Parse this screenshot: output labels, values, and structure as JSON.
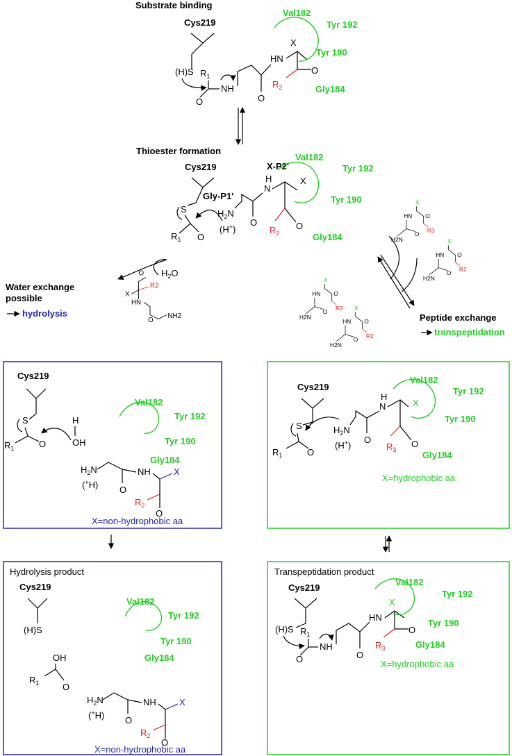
{
  "titles": {
    "substrate_binding": "Substrate binding",
    "thioester_formation": "Thioester formation",
    "water_exchange_1": "Water exchange",
    "water_exchange_2": "possible",
    "hydrolysis": "hydrolysis",
    "peptide_exchange": "Peptide exchange",
    "transpeptidation": "transpeptidation",
    "hydrolysis_product": "Hydrolysis product",
    "transpeptidation_product": "Transpeptidation product"
  },
  "residues": {
    "cys": "Cys219",
    "val": "Val182",
    "tyr192": "Tyr 192",
    "tyr190": "Tyr 190",
    "gly": "Gly184"
  },
  "labels": {
    "gly_p1": "Gly-P1'",
    "x_p2": "X-P2'",
    "x_nonhydrophobic": "X=non-hydrophobic aa",
    "x_hydrophobic": "X=hydrophobic aa"
  },
  "colors": {
    "green": "#22cc22",
    "blue": "#2323b5",
    "red": "#e0211d",
    "black": "#000000"
  }
}
